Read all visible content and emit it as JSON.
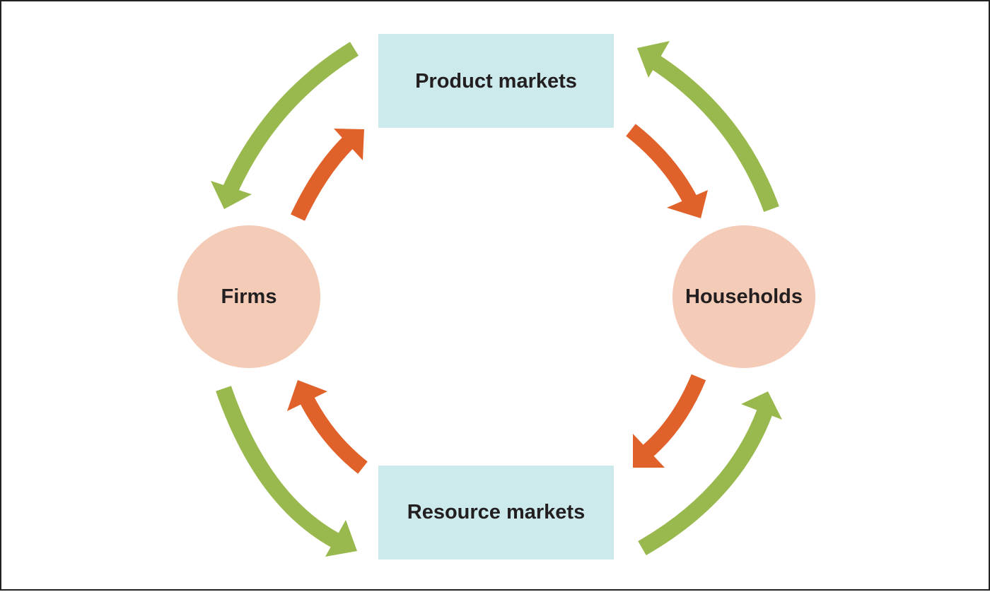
{
  "diagram": {
    "nodes": {
      "product_markets": "Product markets",
      "resource_markets": "Resource markets",
      "firms": "Firms",
      "households": "Households"
    },
    "colors": {
      "market_box": "#cce9ec",
      "agent_circle": "#f4cbb6",
      "outer_flow": "#99b94e",
      "inner_flow": "#e0622a",
      "text": "#231f20"
    }
  }
}
